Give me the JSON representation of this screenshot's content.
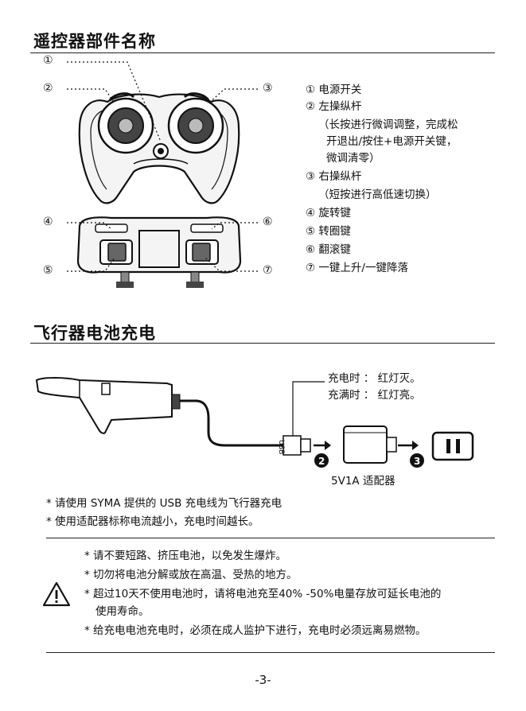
{
  "section1": {
    "title": "遥控器部件名称",
    "callouts": [
      "①",
      "②",
      "③",
      "④",
      "⑤",
      "⑥",
      "⑦"
    ],
    "parts": [
      "① 电源开关",
      "② 左操纵杆",
      "（长按进行微调调整，完成松",
      "开退出/按住+电源开关键，",
      "微调清零）",
      "③ 右操纵杆",
      "（短按进行高低速切换）",
      "④ 旋转键",
      "⑤ 转圈键",
      "⑥ 翻滚键",
      "⑦ 一键上升/一键降落"
    ]
  },
  "section2": {
    "title": "飞行器电池充电",
    "status": [
      "充电时 ： 红灯灭。",
      "充满时 ： 红灯亮。"
    ],
    "usb_label": "USB",
    "step2": "2",
    "step3": "3",
    "adapter_label": "5V1A 适配器",
    "notes": [
      "* 请使用 SYMA 提供的 USB 充电线为飞行器充电",
      "* 使用适配器标称电流越小，充电时间越长。"
    ]
  },
  "warnings": {
    "lines": [
      "* 请不要短路、挤压电池，以免发生爆炸。",
      "* 切勿将电池分解或放在高温、受热的地方。",
      "* 超过10天不使用电池时，请将电池充至40% -50%电量存放可延长电池的",
      "使用寿命。",
      "* 给充电电池充电时，必须在成人监护下进行，充电时必须远离易燃物。"
    ],
    "icon": "warning-triangle-icon"
  },
  "page_number": "-3-"
}
